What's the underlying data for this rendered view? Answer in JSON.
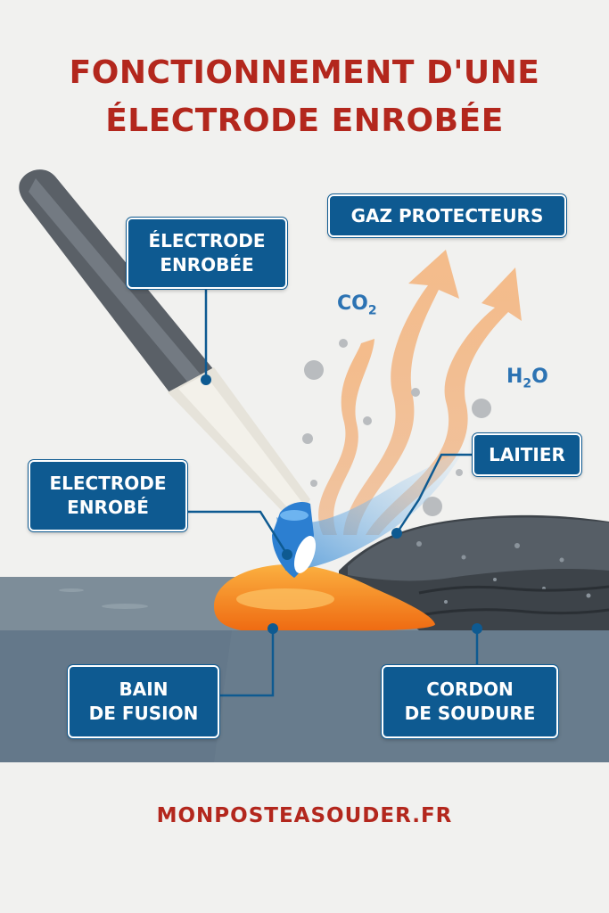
{
  "title": {
    "line1": "FONCTIONNEMENT D'UNE",
    "line2": "ÉLECTRODE ENROBÉE"
  },
  "labels": {
    "electrode_enrobee": {
      "line1": "ÉLECTRODE",
      "line2": "ENROBÉE"
    },
    "gaz_protecteurs": "GAZ PROTECTEURS",
    "laitier": "LAITIER",
    "electrode_enrobe": {
      "line1": "ELECTRODE",
      "line2": "ENROBÉ"
    },
    "bain_de_fusion": {
      "line1": "BAIN",
      "line2": "DE FUSION"
    },
    "cordon_de_soudure": {
      "line1": "CORDON",
      "line2": "DE SOUDURE"
    }
  },
  "chemicals": {
    "co2": {
      "base": "CO",
      "sub": "2"
    },
    "h2o": {
      "base": "H",
      "sub": "2",
      "rest": "O"
    }
  },
  "footer": "MONPOSTEASOUDER.FR",
  "colors": {
    "title_red": "#b3271d",
    "label_blue": "#0e5a91",
    "molten_orange": "#f08a1c",
    "gas_orange": "#f2b27a",
    "arc_blue": "#5aa8e6"
  }
}
